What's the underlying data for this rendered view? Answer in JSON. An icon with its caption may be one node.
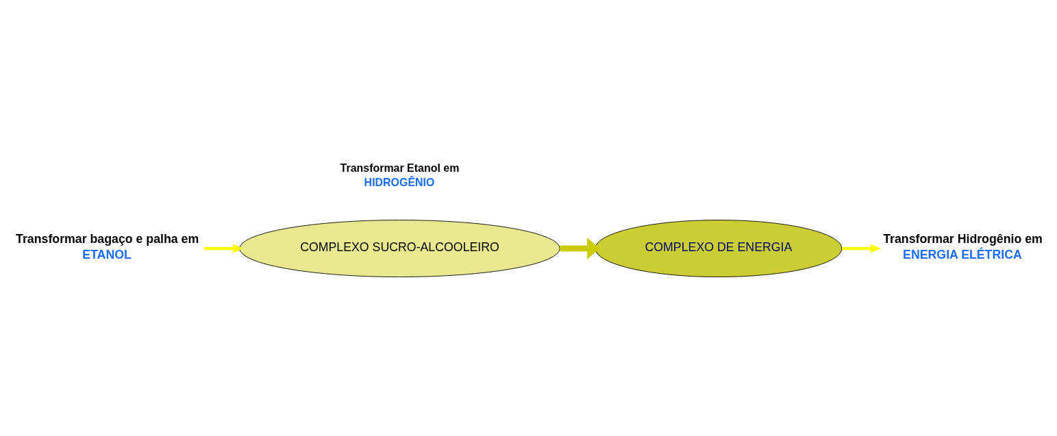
{
  "diagram": {
    "nodes": [
      {
        "text": [
          "COMPLEXO SUCRO-ALCOOLEIRO"
        ]
      },
      {
        "text": [
          "COMPLEXO DE ENERGIA"
        ]
      },
      {
        "text": [
          "Transformar bagaço e palha em",
          "ETANOL"
        ]
      },
      {
        "text": [
          "Transformar Hidrogênio em",
          "ENERGIA ELÉTRICA"
        ]
      }
    ],
    "edges": [
      {
        "from": 2,
        "to": 0,
        "arrow": "to"
      },
      {
        "from": 0,
        "to": 1,
        "arrow": "to",
        "style": "thick",
        "color": "#cccc00"
      },
      {
        "from": 1,
        "to": 3,
        "arrow": "to"
      }
    ],
    "labels": [
      "Transformar Etanol em",
      "HIDROGÊNIO"
    ]
  }
}
